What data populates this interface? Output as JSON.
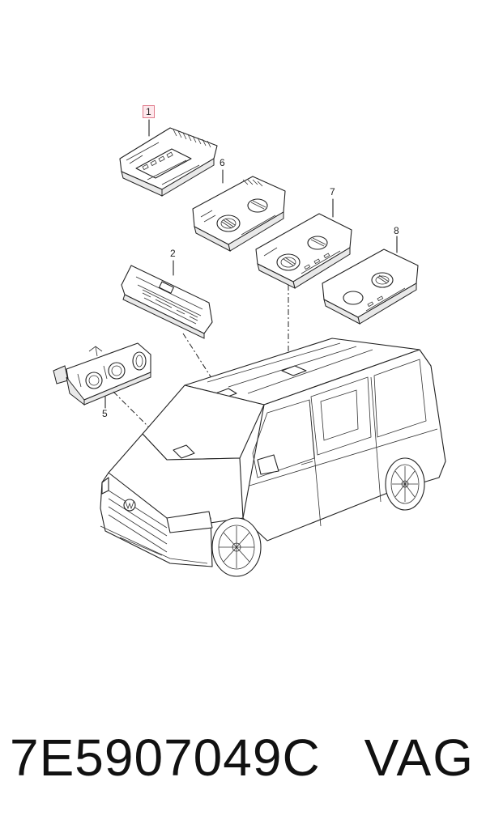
{
  "callouts": {
    "c1": "1",
    "c2": "2",
    "c5": "5",
    "c6": "6",
    "c7": "7",
    "c8": "8"
  },
  "footer": {
    "part_number": "7E5907049C",
    "brand": "VAG"
  },
  "highlight_color": "#e07a8a"
}
